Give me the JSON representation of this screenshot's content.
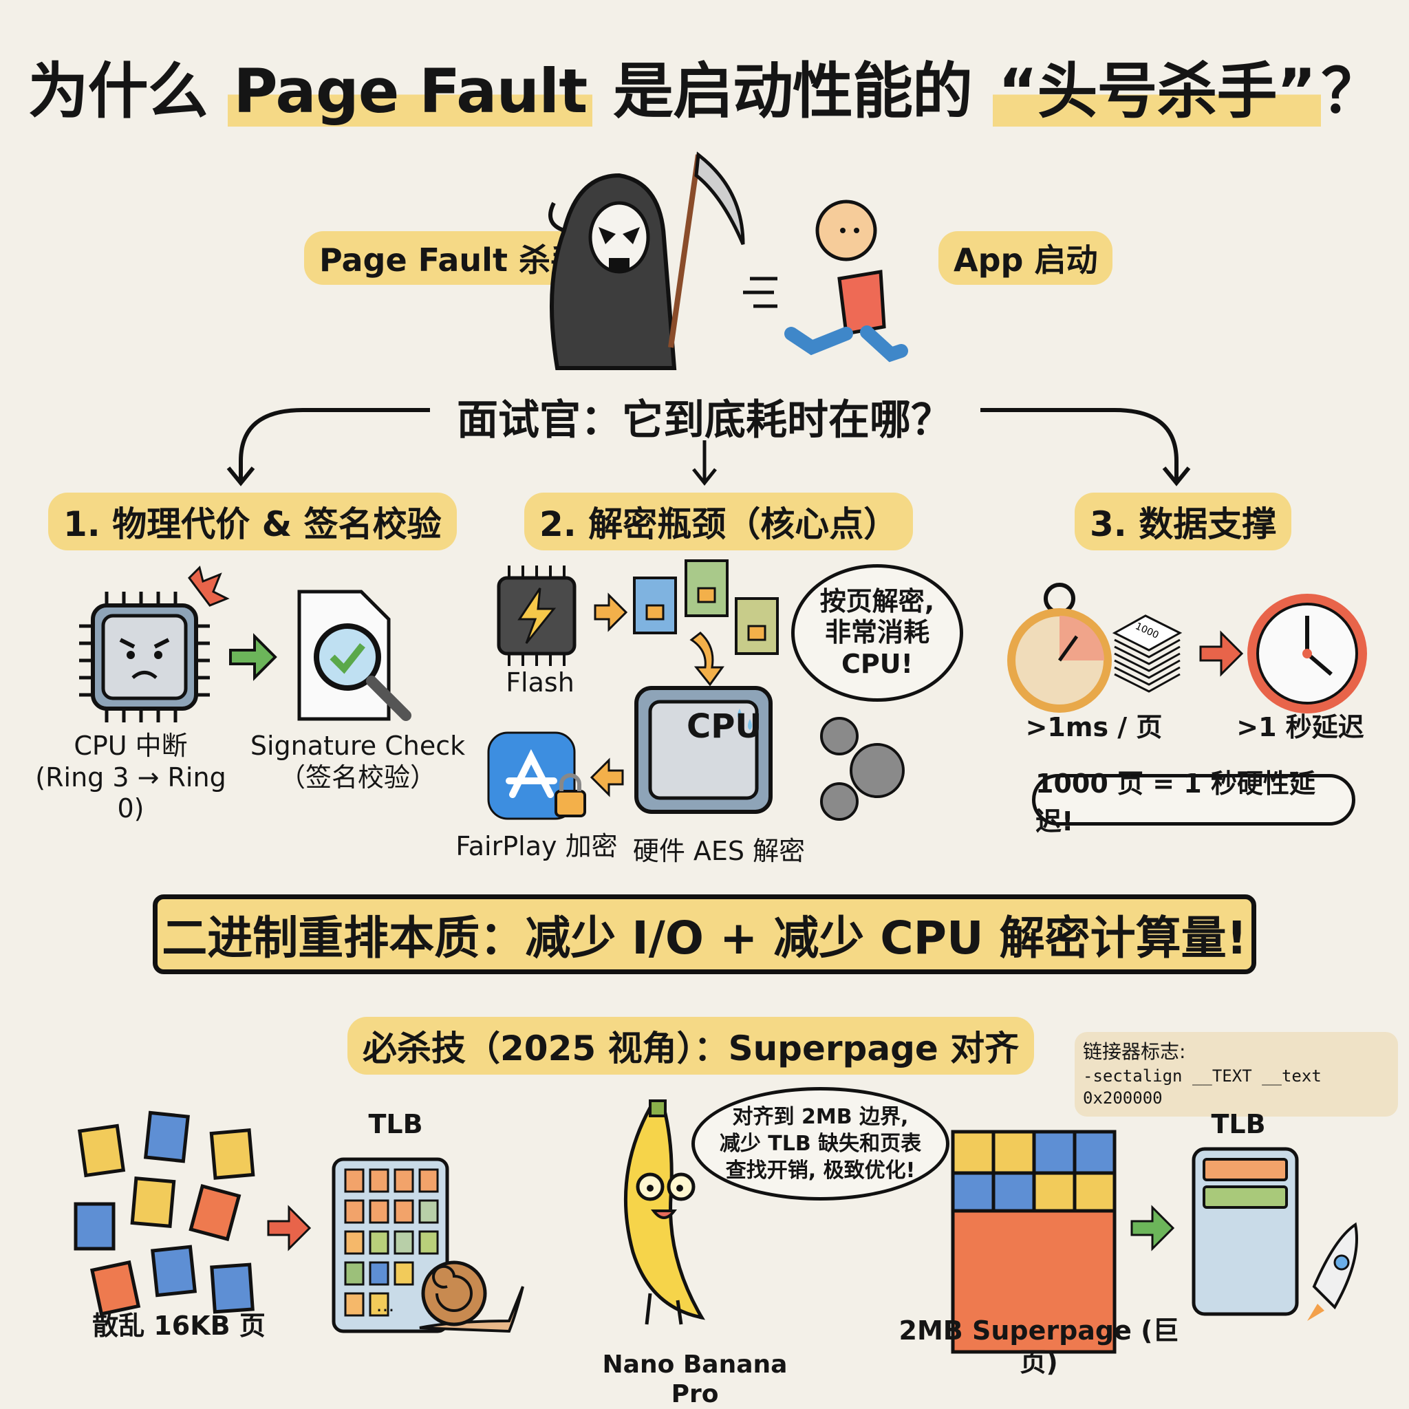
{
  "title": {
    "prefix": "为什么 ",
    "highlight1": "Page Fault",
    "middle": " 是启动性能的 ",
    "highlight2": "“头号杀手”",
    "suffix": "？"
  },
  "hero": {
    "killer_label": "Page Fault 杀手",
    "victim_label": "App 启动"
  },
  "question": "面试官：它到底耗时在哪？",
  "sections": [
    {
      "heading": "1. 物理代价 & 签名校验",
      "items": [
        {
          "icon": "angry-cpu-chip-icon",
          "caption_line1": "CPU 中断",
          "caption_line2": "(Ring 3 → Ring 0)"
        },
        {
          "icon": "signature-check-icon",
          "caption_line1": "Signature Check",
          "caption_line2": "（签名校验）"
        }
      ]
    },
    {
      "heading": "2. 解密瓶颈（核心点）",
      "flash_label": "Flash",
      "bubble": [
        "按页解密,",
        "非常消耗",
        "CPU!"
      ],
      "cpu_label": "CPU",
      "fairplay_label": "FairPlay 加密",
      "aes_label": "硬件 AES 解密"
    },
    {
      "heading": "3. 数据支撑",
      "stack_number": "1000",
      "per_page": ">1ms / 页",
      "total": ">1 秒延迟",
      "bubble": "1000 页 = 1 秒硬性延迟!"
    }
  ],
  "banner": "二进制重排本质：减少 I/O + 减少 CPU 解密计算量!",
  "superpage": {
    "heading": "必杀技（2025 视角）：Superpage 对齐",
    "linker_note_title": "链接器标志:",
    "linker_note_code": "-sectalign __TEXT __text 0x200000",
    "scattered_label": "散乱 16KB 页",
    "tlb_label_left": "TLB",
    "tlb_label_right": "TLB",
    "tlb_more": "...",
    "banana_bubble": [
      "对齐到 2MB 边界,",
      "减少 TLB 缺失和页表",
      "查找开销, 极致优化!"
    ],
    "banana_label": "Nano Banana Pro",
    "superpage_label": "2MB Superpage (巨页)"
  },
  "colors": {
    "background": "#f3f0e8",
    "highlight": "#f5d986",
    "red": "#e8644a",
    "green": "#6cb55a",
    "orange_arrow": "#f3b04a",
    "blue": "#5e8fd4",
    "yellow": "#f2cb5a",
    "orange_tile": "#ee7a4f",
    "tlb_blue": "#c9dbe8"
  }
}
